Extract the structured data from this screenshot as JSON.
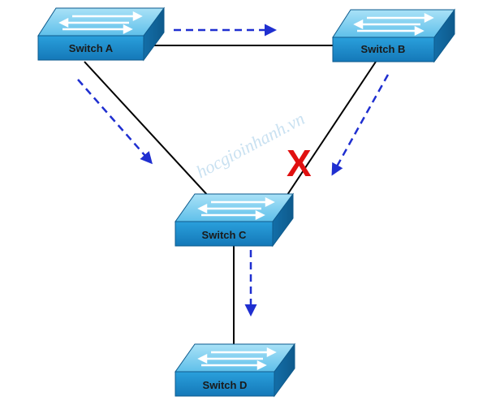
{
  "switches": {
    "a": {
      "label": "Switch A"
    },
    "b": {
      "label": "Switch B"
    },
    "c": {
      "label": "Switch C"
    },
    "d": {
      "label": "Switch D"
    }
  },
  "blocked_link": {
    "mark": "X",
    "color": "#e01010"
  },
  "watermark": {
    "text": "hocgioinhanh.vn"
  },
  "colors": {
    "switch_front": "#1f8fcf",
    "switch_top": "#7fd0f2",
    "link": "#000000",
    "flow_arrow": "#1f2fd0"
  },
  "icons": [
    "switch-icon",
    "dashed-arrow-icon",
    "blocked-x-icon"
  ]
}
